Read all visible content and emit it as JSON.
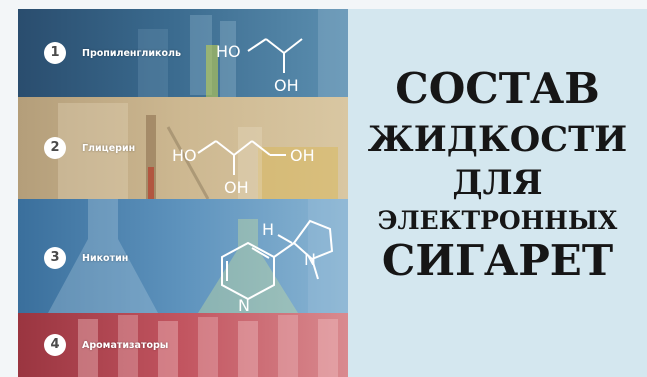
{
  "bands": [
    {
      "number": "1",
      "label": "Пропиленгликоль",
      "formula": [
        "HO",
        "OH"
      ]
    },
    {
      "number": "2",
      "label": "Глицерин",
      "formula": [
        "HO",
        "OH",
        "OH"
      ]
    },
    {
      "number": "3",
      "label": "Никотин",
      "formula": [
        "H",
        "N",
        "N"
      ]
    },
    {
      "number": "4",
      "label": "Ароматизаторы"
    }
  ],
  "title": {
    "lines": [
      "СОСТАВ",
      "ЖИДКОСТИ",
      "ДЛЯ",
      "ЭЛЕКТРОННЫХ",
      "СИГАРЕТ"
    ]
  },
  "colors": {
    "band1": "#2a4d6e",
    "band2": "#b49e7a",
    "band3": "#3a6f9c",
    "band4": "#9a3540",
    "title_panel": "#d4e7ef",
    "title_text": "#161616"
  }
}
